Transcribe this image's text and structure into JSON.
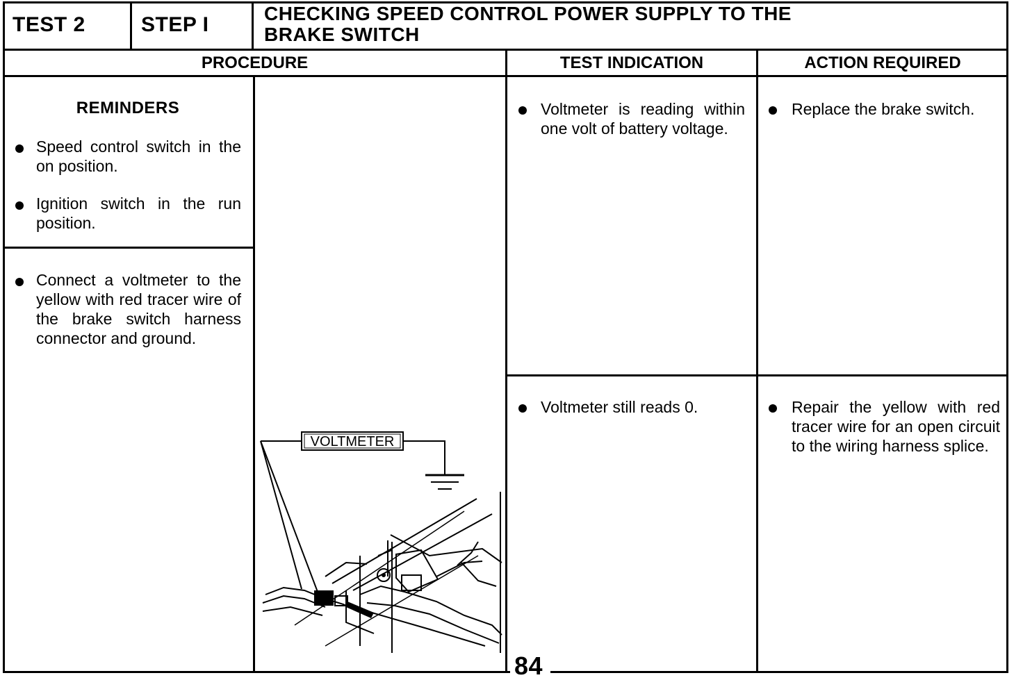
{
  "header": {
    "test": "TEST 2",
    "step": "STEP I",
    "title_line1": "CHECKING SPEED CONTROL POWER SUPPLY TO THE",
    "title_line2": "BRAKE SWITCH"
  },
  "columns": {
    "procedure": "PROCEDURE",
    "test_indication": "TEST INDICATION",
    "action_required": "ACTION REQUIRED"
  },
  "procedure": {
    "reminders_heading": "REMINDERS",
    "reminder_1": "Speed control switch in the on position.",
    "reminder_2": "Ignition switch in the run position.",
    "step_text": "Connect a voltmeter to the yellow with red tracer wire of the brake switch harness connector and ground."
  },
  "illustration": {
    "voltmeter_label": "VOLTMETER"
  },
  "rows": [
    {
      "indication": "Voltmeter is reading within one volt of battery voltage.",
      "action": "Replace the brake switch."
    },
    {
      "indication": "Voltmeter still reads 0.",
      "action": "Repair the yellow with red tracer wire for an open circuit to the wiring harness splice."
    }
  ],
  "page_number": "84"
}
